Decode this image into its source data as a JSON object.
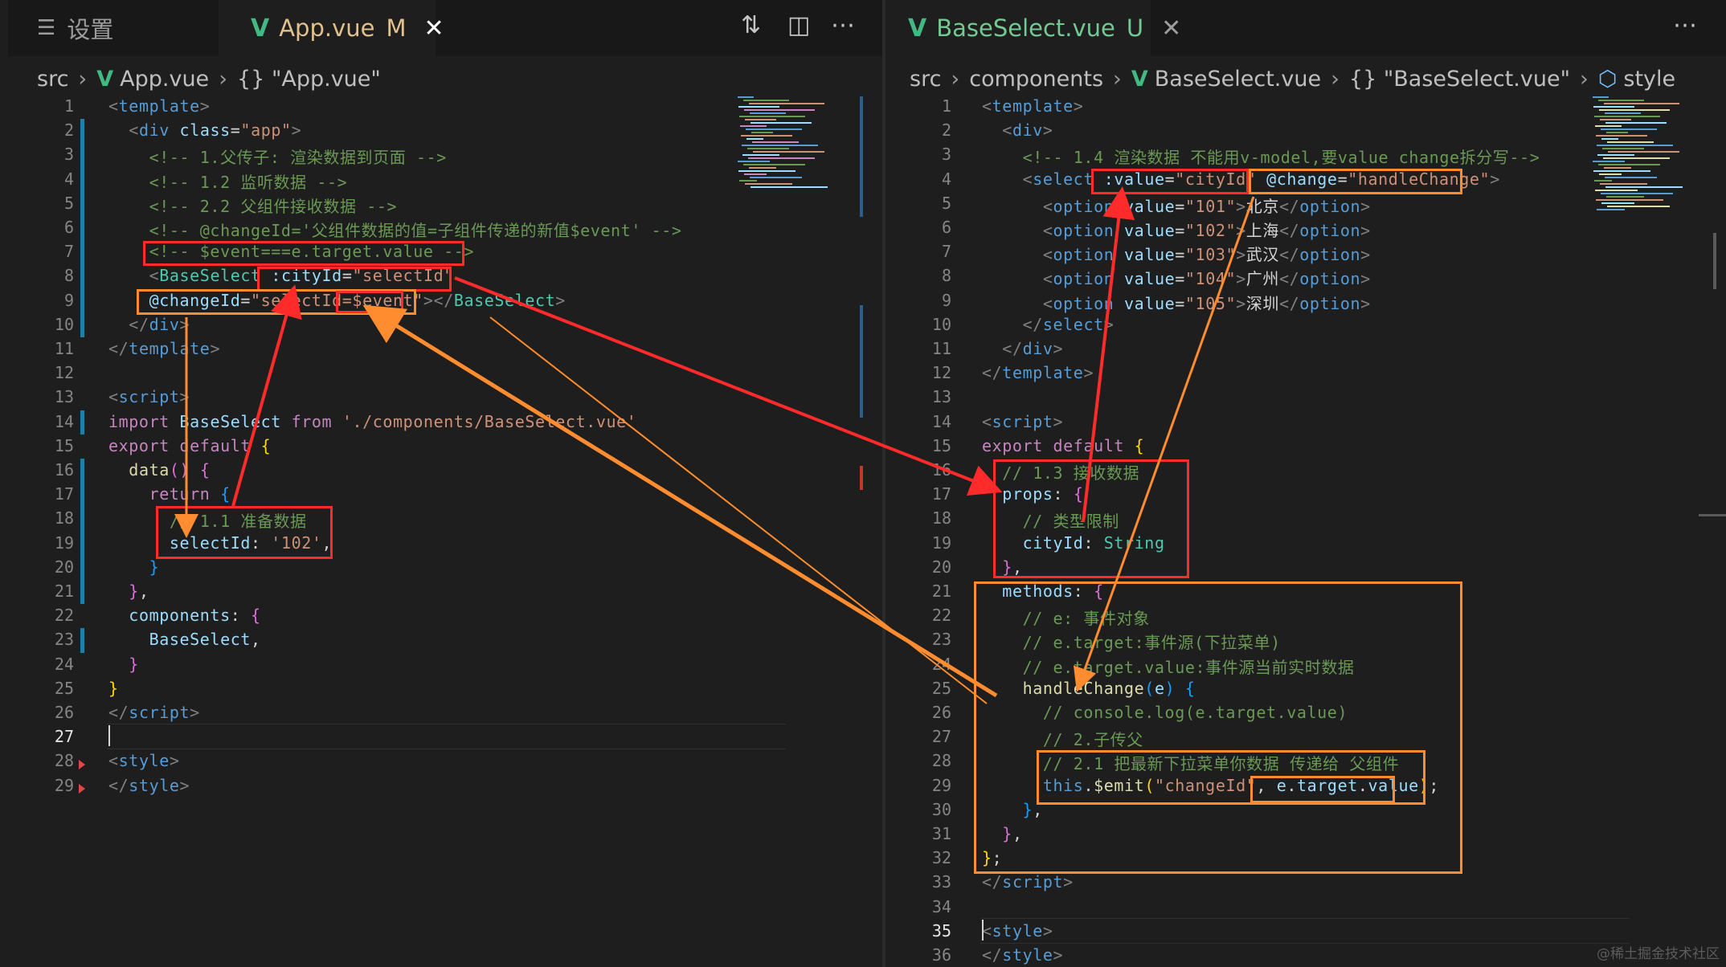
{
  "left": {
    "tabs": [
      {
        "icon": "list-icon",
        "label": "设置",
        "flag": "",
        "active": false
      },
      {
        "icon": "vue-icon",
        "label": "App.vue",
        "flag": "M",
        "active": true,
        "close": "✕"
      }
    ],
    "actions": [
      "compare-changes-icon",
      "split-editor-icon",
      "more-icon"
    ],
    "breadcrumb": [
      "src",
      "App.vue",
      "{} \"App.vue\""
    ],
    "current_line": 27,
    "lines": [
      [
        [
          "t-br",
          "<"
        ],
        [
          "t-tag",
          "template"
        ],
        [
          "t-br",
          ">"
        ]
      ],
      [
        [
          "t-txt",
          "  "
        ],
        [
          "t-br",
          "<"
        ],
        [
          "t-tag",
          "div"
        ],
        [
          "t-txt",
          " "
        ],
        [
          "t-attr",
          "class"
        ],
        [
          "t-txt",
          "="
        ],
        [
          "t-str",
          "\"app\""
        ],
        [
          "t-br",
          ">"
        ]
      ],
      [
        [
          "t-txt",
          "    "
        ],
        [
          "t-com",
          "<!-- 1.父传子: 渲染数据到页面 -->"
        ]
      ],
      [
        [
          "t-txt",
          "    "
        ],
        [
          "t-com",
          "<!-- 1.2 监听数据 -->"
        ]
      ],
      [
        [
          "t-txt",
          "    "
        ],
        [
          "t-com",
          "<!-- 2.2 父组件接收数据 -->"
        ]
      ],
      [
        [
          "t-txt",
          "    "
        ],
        [
          "t-com",
          "<!-- @changeId='父组件数据的值=子组件传递的新值$event' -->"
        ]
      ],
      [
        [
          "t-txt",
          "    "
        ],
        [
          "t-com",
          "<!-- $event===e.target.value -->"
        ]
      ],
      [
        [
          "t-txt",
          "    "
        ],
        [
          "t-br",
          "<"
        ],
        [
          "t-cls",
          "BaseSelect"
        ],
        [
          "t-txt",
          " "
        ],
        [
          "t-attr",
          ":cityId"
        ],
        [
          "t-txt",
          "="
        ],
        [
          "t-str",
          "\"selectId\""
        ]
      ],
      [
        [
          "t-txt",
          "    "
        ],
        [
          "t-attr",
          "@changeId"
        ],
        [
          "t-txt",
          "="
        ],
        [
          "t-str",
          "\"selectId=$event\""
        ],
        [
          "t-br",
          "></"
        ],
        [
          "t-cls",
          "BaseSelect"
        ],
        [
          "t-br",
          ">"
        ]
      ],
      [
        [
          "t-txt",
          "  "
        ],
        [
          "t-br",
          "</"
        ],
        [
          "t-tag",
          "div"
        ],
        [
          "t-br",
          ">"
        ]
      ],
      [
        [
          "t-br",
          "</"
        ],
        [
          "t-tag",
          "template"
        ],
        [
          "t-br",
          ">"
        ]
      ],
      [],
      [
        [
          "t-br",
          "<"
        ],
        [
          "t-tag",
          "script"
        ],
        [
          "t-br",
          ">"
        ]
      ],
      [
        [
          "t-kw",
          "import"
        ],
        [
          "t-txt",
          " "
        ],
        [
          "t-var",
          "BaseSelect"
        ],
        [
          "t-txt",
          " "
        ],
        [
          "t-kw",
          "from"
        ],
        [
          "t-txt",
          " "
        ],
        [
          "t-str",
          "'./components/BaseSelect.vue'"
        ]
      ],
      [
        [
          "t-kw",
          "export"
        ],
        [
          "t-txt",
          " "
        ],
        [
          "t-kw",
          "default"
        ],
        [
          "t-txt",
          " "
        ],
        [
          "t-yel",
          "{"
        ]
      ],
      [
        [
          "t-txt",
          "  "
        ],
        [
          "t-fn",
          "data"
        ],
        [
          "t-pur",
          "()"
        ],
        [
          "t-txt",
          " "
        ],
        [
          "t-pur",
          "{"
        ]
      ],
      [
        [
          "t-txt",
          "    "
        ],
        [
          "t-kw",
          "return"
        ],
        [
          "t-txt",
          " "
        ],
        [
          "t-blu",
          "{"
        ]
      ],
      [
        [
          "t-txt",
          "      "
        ],
        [
          "t-com",
          "// 1.1 准备数据"
        ]
      ],
      [
        [
          "t-txt",
          "      "
        ],
        [
          "t-var",
          "selectId"
        ],
        [
          "t-txt",
          ": "
        ],
        [
          "t-str",
          "'102'"
        ],
        [
          "t-txt",
          ","
        ]
      ],
      [
        [
          "t-txt",
          "    "
        ],
        [
          "t-blu",
          "}"
        ]
      ],
      [
        [
          "t-txt",
          "  "
        ],
        [
          "t-pur",
          "}"
        ],
        [
          "t-txt",
          ","
        ]
      ],
      [
        [
          "t-txt",
          "  "
        ],
        [
          "t-var",
          "components"
        ],
        [
          "t-txt",
          ": "
        ],
        [
          "t-pur",
          "{"
        ]
      ],
      [
        [
          "t-txt",
          "    "
        ],
        [
          "t-var",
          "BaseSelect"
        ],
        [
          "t-txt",
          ","
        ]
      ],
      [
        [
          "t-txt",
          "  "
        ],
        [
          "t-pur",
          "}"
        ]
      ],
      [
        [
          "t-yel",
          "}"
        ]
      ],
      [
        [
          "t-br",
          "</"
        ],
        [
          "t-tag",
          "script"
        ],
        [
          "t-br",
          ">"
        ]
      ],
      [],
      [
        [
          "t-br",
          "<"
        ],
        [
          "t-tag",
          "style"
        ],
        [
          "t-br",
          ">"
        ]
      ],
      [
        [
          "t-br",
          "</"
        ],
        [
          "t-tag",
          "style"
        ],
        [
          "t-br",
          ">"
        ]
      ]
    ]
  },
  "right": {
    "tabs": [
      {
        "icon": "vue-icon",
        "label": "BaseSelect.vue",
        "flag": "U",
        "active": true,
        "close": "✕"
      }
    ],
    "actions": [
      "more-icon"
    ],
    "breadcrumb": [
      "src",
      "components",
      "BaseSelect.vue",
      "{} \"BaseSelect.vue\"",
      "style"
    ],
    "current_line": 35,
    "lines": [
      [
        [
          "t-br",
          "<"
        ],
        [
          "t-tag",
          "template"
        ],
        [
          "t-br",
          ">"
        ]
      ],
      [
        [
          "t-txt",
          "  "
        ],
        [
          "t-br",
          "<"
        ],
        [
          "t-tag",
          "div"
        ],
        [
          "t-br",
          ">"
        ]
      ],
      [
        [
          "t-txt",
          "    "
        ],
        [
          "t-com",
          "<!-- 1.4 渲染数据 不能用v-model,要value change拆分写-->"
        ]
      ],
      [
        [
          "t-txt",
          "    "
        ],
        [
          "t-br",
          "<"
        ],
        [
          "t-tag",
          "select"
        ],
        [
          "t-txt",
          " "
        ],
        [
          "t-attr",
          ":value"
        ],
        [
          "t-txt",
          "="
        ],
        [
          "t-str",
          "\"cityId\""
        ],
        [
          "t-txt",
          " "
        ],
        [
          "t-attr",
          "@change"
        ],
        [
          "t-txt",
          "="
        ],
        [
          "t-str",
          "\"handleChange\""
        ],
        [
          "t-br",
          ">"
        ]
      ],
      [
        [
          "t-txt",
          "      "
        ],
        [
          "t-br",
          "<"
        ],
        [
          "t-tag",
          "option"
        ],
        [
          "t-txt",
          " "
        ],
        [
          "t-attr",
          "value"
        ],
        [
          "t-txt",
          "="
        ],
        [
          "t-str",
          "\"101\""
        ],
        [
          "t-br",
          ">"
        ],
        [
          "t-txt",
          "北京"
        ],
        [
          "t-br",
          "</"
        ],
        [
          "t-tag",
          "option"
        ],
        [
          "t-br",
          ">"
        ]
      ],
      [
        [
          "t-txt",
          "      "
        ],
        [
          "t-br",
          "<"
        ],
        [
          "t-tag",
          "option"
        ],
        [
          "t-txt",
          " "
        ],
        [
          "t-attr",
          "value"
        ],
        [
          "t-txt",
          "="
        ],
        [
          "t-str",
          "\"102\""
        ],
        [
          "t-br",
          ">"
        ],
        [
          "t-txt",
          "上海"
        ],
        [
          "t-br",
          "</"
        ],
        [
          "t-tag",
          "option"
        ],
        [
          "t-br",
          ">"
        ]
      ],
      [
        [
          "t-txt",
          "      "
        ],
        [
          "t-br",
          "<"
        ],
        [
          "t-tag",
          "option"
        ],
        [
          "t-txt",
          " "
        ],
        [
          "t-attr",
          "value"
        ],
        [
          "t-txt",
          "="
        ],
        [
          "t-str",
          "\"103\""
        ],
        [
          "t-br",
          ">"
        ],
        [
          "t-txt",
          "武汉"
        ],
        [
          "t-br",
          "</"
        ],
        [
          "t-tag",
          "option"
        ],
        [
          "t-br",
          ">"
        ]
      ],
      [
        [
          "t-txt",
          "      "
        ],
        [
          "t-br",
          "<"
        ],
        [
          "t-tag",
          "option"
        ],
        [
          "t-txt",
          " "
        ],
        [
          "t-attr",
          "value"
        ],
        [
          "t-txt",
          "="
        ],
        [
          "t-str",
          "\"104\""
        ],
        [
          "t-br",
          ">"
        ],
        [
          "t-txt",
          "广州"
        ],
        [
          "t-br",
          "</"
        ],
        [
          "t-tag",
          "option"
        ],
        [
          "t-br",
          ">"
        ]
      ],
      [
        [
          "t-txt",
          "      "
        ],
        [
          "t-br",
          "<"
        ],
        [
          "t-tag",
          "option"
        ],
        [
          "t-txt",
          " "
        ],
        [
          "t-attr",
          "value"
        ],
        [
          "t-txt",
          "="
        ],
        [
          "t-str",
          "\"105\""
        ],
        [
          "t-br",
          ">"
        ],
        [
          "t-txt",
          "深圳"
        ],
        [
          "t-br",
          "</"
        ],
        [
          "t-tag",
          "option"
        ],
        [
          "t-br",
          ">"
        ]
      ],
      [
        [
          "t-txt",
          "    "
        ],
        [
          "t-br",
          "</"
        ],
        [
          "t-tag",
          "select"
        ],
        [
          "t-br",
          ">"
        ]
      ],
      [
        [
          "t-txt",
          "  "
        ],
        [
          "t-br",
          "</"
        ],
        [
          "t-tag",
          "div"
        ],
        [
          "t-br",
          ">"
        ]
      ],
      [
        [
          "t-br",
          "</"
        ],
        [
          "t-tag",
          "template"
        ],
        [
          "t-br",
          ">"
        ]
      ],
      [],
      [
        [
          "t-br",
          "<"
        ],
        [
          "t-tag",
          "script"
        ],
        [
          "t-br",
          ">"
        ]
      ],
      [
        [
          "t-kw",
          "export"
        ],
        [
          "t-txt",
          " "
        ],
        [
          "t-kw",
          "default"
        ],
        [
          "t-txt",
          " "
        ],
        [
          "t-yel",
          "{"
        ]
      ],
      [
        [
          "t-txt",
          "  "
        ],
        [
          "t-com",
          "// 1.3 接收数据"
        ]
      ],
      [
        [
          "t-txt",
          "  "
        ],
        [
          "t-var",
          "props"
        ],
        [
          "t-txt",
          ": "
        ],
        [
          "t-pur",
          "{"
        ]
      ],
      [
        [
          "t-txt",
          "    "
        ],
        [
          "t-com",
          "// 类型限制"
        ]
      ],
      [
        [
          "t-txt",
          "    "
        ],
        [
          "t-var",
          "cityId"
        ],
        [
          "t-txt",
          ": "
        ],
        [
          "t-cls",
          "String"
        ]
      ],
      [
        [
          "t-txt",
          "  "
        ],
        [
          "t-pur",
          "}"
        ],
        [
          "t-txt",
          ","
        ]
      ],
      [
        [
          "t-txt",
          "  "
        ],
        [
          "t-var",
          "methods"
        ],
        [
          "t-txt",
          ": "
        ],
        [
          "t-pur",
          "{"
        ]
      ],
      [
        [
          "t-txt",
          "    "
        ],
        [
          "t-com",
          "// e: 事件对象"
        ]
      ],
      [
        [
          "t-txt",
          "    "
        ],
        [
          "t-com",
          "// e.target:事件源(下拉菜单)"
        ]
      ],
      [
        [
          "t-txt",
          "    "
        ],
        [
          "t-com",
          "// e.target.value:事件源当前实时数据"
        ]
      ],
      [
        [
          "t-txt",
          "    "
        ],
        [
          "t-fn",
          "handleChange"
        ],
        [
          "t-blu",
          "("
        ],
        [
          "t-var",
          "e"
        ],
        [
          "t-blu",
          ")"
        ],
        [
          "t-txt",
          " "
        ],
        [
          "t-blu",
          "{"
        ]
      ],
      [
        [
          "t-txt",
          "      "
        ],
        [
          "t-com",
          "// console.log(e.target.value)"
        ]
      ],
      [
        [
          "t-txt",
          "      "
        ],
        [
          "t-com",
          "// 2.子传父"
        ]
      ],
      [
        [
          "t-txt",
          "      "
        ],
        [
          "t-com",
          "// 2.1 把最新下拉菜单你数据 传递给 父组件"
        ]
      ],
      [
        [
          "t-txt",
          "      "
        ],
        [
          "t-this",
          "this"
        ],
        [
          "t-txt",
          "."
        ],
        [
          "t-fn",
          "$emit"
        ],
        [
          "t-yel",
          "("
        ],
        [
          "t-str",
          "\"changeId\""
        ],
        [
          "t-txt",
          ", "
        ],
        [
          "t-var",
          "e"
        ],
        [
          "t-txt",
          "."
        ],
        [
          "t-var",
          "target"
        ],
        [
          "t-txt",
          "."
        ],
        [
          "t-var",
          "value"
        ],
        [
          "t-yel",
          ")"
        ],
        [
          "t-txt",
          ";"
        ]
      ],
      [
        [
          "t-txt",
          "    "
        ],
        [
          "t-blu",
          "}"
        ],
        [
          "t-txt",
          ","
        ]
      ],
      [
        [
          "t-txt",
          "  "
        ],
        [
          "t-pur",
          "}"
        ],
        [
          "t-txt",
          ","
        ]
      ],
      [
        [
          "t-yel",
          "}"
        ],
        [
          "t-txt",
          ";"
        ]
      ],
      [
        [
          "t-br",
          "</"
        ],
        [
          "t-tag",
          "script"
        ],
        [
          "t-br",
          ">"
        ]
      ],
      [],
      [
        [
          "t-br",
          "<"
        ],
        [
          "t-tag",
          "style"
        ],
        [
          "t-br",
          ">"
        ]
      ],
      [
        [
          "t-br",
          "</"
        ],
        [
          "t-tag",
          "style"
        ],
        [
          "t-br",
          ">"
        ]
      ]
    ]
  },
  "colors": {
    "highlight_red": "#ff2b2b",
    "highlight_orange": "#ff8c2e",
    "vue_green": "#42b883"
  },
  "watermark": "@稀土掘金技术社区"
}
